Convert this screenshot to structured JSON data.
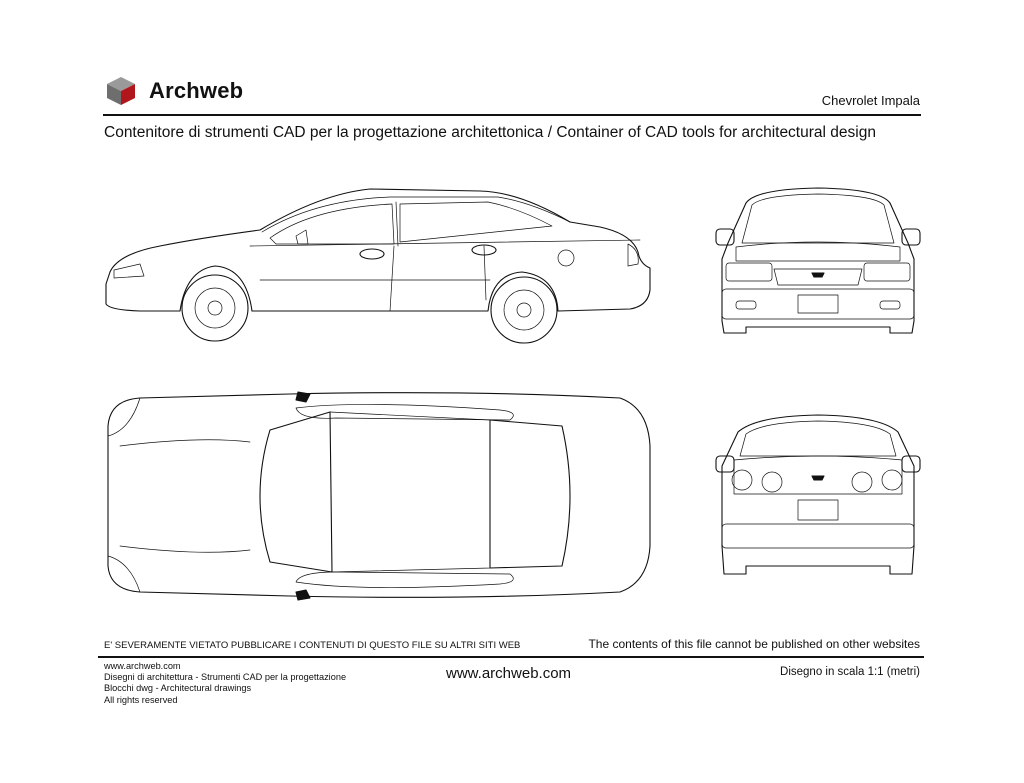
{
  "header": {
    "brand": "Archweb",
    "drawing_title": "Chevrolet Impala",
    "tagline": "Contenitore di strumenti CAD per la progettazione architettonica  /  Container of CAD tools for architectural design",
    "logo_icon": "cube-icon",
    "logo_colors": {
      "top": "#9a9a9a",
      "left": "#6e6e6e",
      "right": "#b0161b"
    }
  },
  "footer": {
    "warning_it": "E' SEVERAMENTE VIETATO PUBBLICARE I CONTENUTI DI QUESTO FILE SU ALTRI SITI WEB",
    "warning_en": "The contents of this file cannot be published on other websites",
    "left_lines": [
      "www.archweb.com",
      "Disegni di architettura - Strumenti CAD  per la progettazione",
      "Blocchi dwg - Architectural drawings",
      "All rights reserved"
    ],
    "center_url": "www.archweb.com",
    "scale": "Disegno in scala 1:1 (metri)"
  },
  "views": {
    "side": "side-view",
    "top": "top-view",
    "front": "front-view",
    "rear": "rear-view"
  }
}
